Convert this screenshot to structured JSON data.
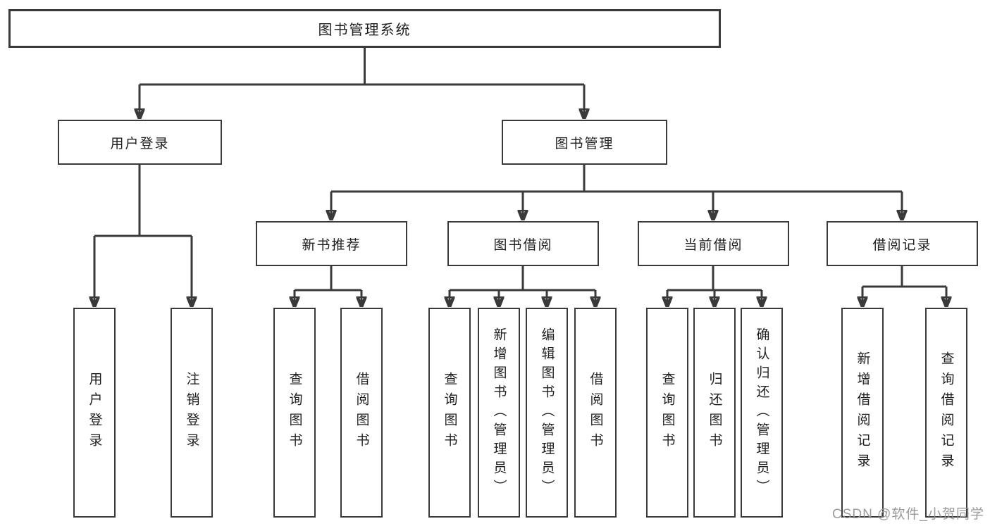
{
  "diagram": {
    "title": "图书管理系统",
    "branches": [
      {
        "label": "用户登录",
        "children": [
          "用户登录",
          "注销登录"
        ]
      },
      {
        "label": "图书管理",
        "children": [
          {
            "label": "新书推荐",
            "children": [
              "查询图书",
              "借阅图书"
            ]
          },
          {
            "label": "图书借阅",
            "children": [
              "查询图书",
              "新增图书（管理员）",
              "编辑图书（管理员）",
              "借阅图书"
            ]
          },
          {
            "label": "当前借阅",
            "children": [
              "查询图书",
              "归还图书",
              "确认归还（管理员）"
            ]
          },
          {
            "label": "借阅记录",
            "children": [
              "新增借阅记录",
              "查询借阅记录"
            ]
          }
        ]
      }
    ],
    "colors": {
      "line": "#3a3a3a",
      "box_border": "#3a3a3a",
      "box_fill": "#ffffff",
      "text": "#1f1f1f",
      "watermark": "#969696"
    },
    "watermark": "CSDN @软件_小贺同学"
  }
}
